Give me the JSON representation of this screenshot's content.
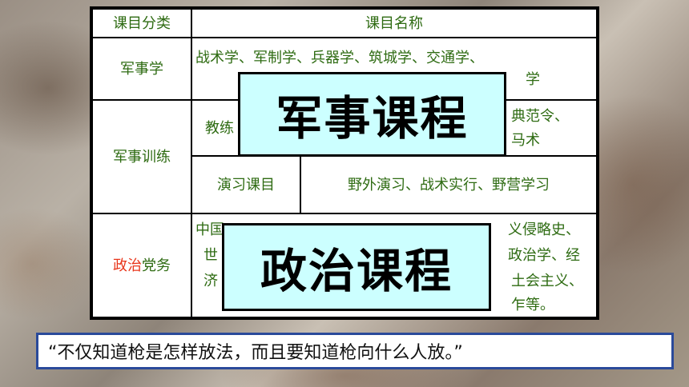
{
  "table": {
    "header": {
      "category": "课目分类",
      "name": "课目名称"
    },
    "rows": [
      {
        "category": "军事学",
        "content": "战术学、军制学、兵器学、筑城学、交通学、",
        "content_line2": "学"
      },
      {
        "category": "军事训练",
        "sub1_visible_text": "教练",
        "sub1_right_text": "典范令、",
        "sub1_right_text2": "马术",
        "sub2_label": "演习课目",
        "sub2_content": "野外演习、战术实行、野营学习"
      },
      {
        "category_part1": "政治",
        "category_part2": "党务",
        "lines": [
          "中国",
          "义侵略史、",
          "世",
          "政治学、经",
          "济",
          "土会主义、",
          "乍等。"
        ]
      }
    ]
  },
  "overlays": {
    "military": "军事课程",
    "politics": "政治课程"
  },
  "quote": "“不仅知道枪是怎样放法，而且要知道枪向什么人放。”",
  "colors": {
    "green_text": "#2e6b12",
    "red_text": "#e8351a",
    "overlay_bg": "#ccffff",
    "quote_border": "#2a4a9a"
  }
}
